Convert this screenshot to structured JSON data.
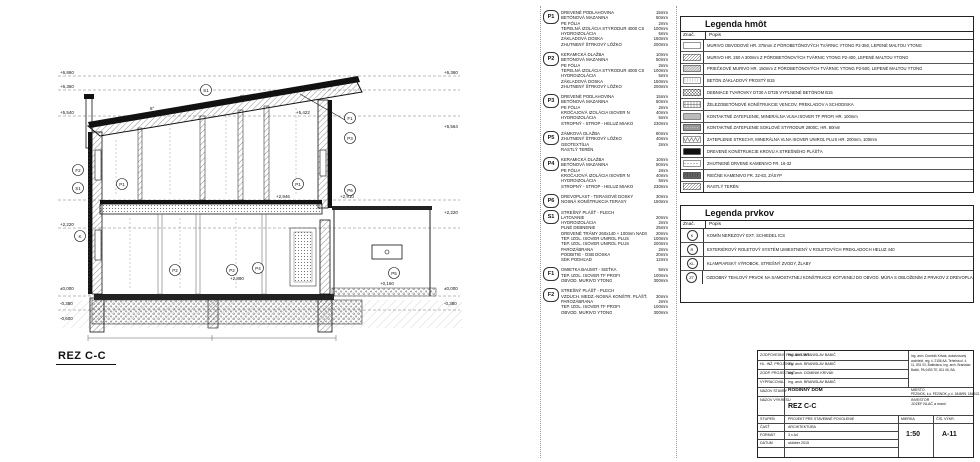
{
  "section_title": "REZ C-C",
  "levels": {
    "top": "+6,860",
    "upper": "+6,360",
    "roof_low": "+5,540",
    "attic_right": "+5,564",
    "attic_mid": "+5,422",
    "mid_ceiling": "+2,946",
    "mid_ceiling_b": "+2,910",
    "mid_ceiling_c": "+2,890",
    "first_floor": "+2,220",
    "ground": "±0,000",
    "base_left": "-0,380",
    "base_right": "-0,380",
    "below": "-0,600",
    "porch_level": "+0,160"
  },
  "markers": [
    "S1",
    "F1",
    "P1",
    "P1",
    "P2",
    "P2",
    "P3",
    "P4",
    "P5",
    "P6",
    "F2",
    "S1",
    "K"
  ],
  "slope": "8°",
  "layers": [
    {
      "tag": "P1",
      "rows": [
        [
          "DREVENÉ PODLAHOVINA",
          "15mm"
        ],
        [
          "BETÓNOVÁ MAZANINA",
          "50mm"
        ],
        [
          "PE FÓLIA",
          "2mm"
        ],
        [
          "TEPELNÁ IZOLÁCIA STYRODUR 4000 CS",
          "100mm"
        ],
        [
          "HYDROIZOLÁCIA",
          "5mm"
        ],
        [
          "ZÁKLADOVÁ DOSKA",
          "150mm"
        ],
        [
          "ZHUTNENÝ ŠTRKOVÝ LÔŽKO",
          "200mm"
        ]
      ]
    },
    {
      "tag": "P2",
      "rows": [
        [
          "KERAMICKÁ DLAŽBA",
          "10mm"
        ],
        [
          "BETÓNOVÁ MAZANINA",
          "50mm"
        ],
        [
          "PE FÓLIA",
          "2mm"
        ],
        [
          "TEPELNÁ IZOLÁCIA STYRODUR 4000 CS",
          "100mm"
        ],
        [
          "HYDROIZOLÁCIA",
          "5mm"
        ],
        [
          "ZÁKLADOVÁ DOSKA",
          "150mm"
        ],
        [
          "ZHUTNENÝ ŠTRKOVÝ LÔŽKO",
          "200mm"
        ]
      ]
    },
    {
      "tag": "P3",
      "rows": [
        [
          "DREVENÉ PODLAHOVINA",
          "15mm"
        ],
        [
          "BETÓNOVÁ MAZANINA",
          "50mm"
        ],
        [
          "PE FÓLIA",
          "2mm"
        ],
        [
          "KROČAJOVÁ IZOLÁCIA ISOVER N",
          "40mm"
        ],
        [
          "HYDROIZOLÁCIA",
          "5mm"
        ],
        [
          "STROPNÝ - STROP - HELUZ MIAKO",
          "230mm"
        ]
      ]
    },
    {
      "tag": "P5",
      "rows": [
        [
          "ZÁMKOVÁ DLAŽBA",
          "80mm"
        ],
        [
          "ZHUTNENÝ ŠTRKOVÝ LÔŽKO",
          "40mm"
        ],
        [
          "GEOTEXTÍLIA",
          "2mm"
        ],
        [
          "RASTLÝ TERÉN",
          ""
        ]
      ]
    },
    {
      "tag": "P4",
      "rows": [
        [
          "KERAMICKÁ DLAŽBA",
          "10mm"
        ],
        [
          "BETÓNOVÁ MAZANINA",
          "50mm"
        ],
        [
          "PE FÓLIA",
          "2mm"
        ],
        [
          "KROČAJOVÁ IZOLÁCIA ISOVER N",
          "40mm"
        ],
        [
          "HYDROIZOLÁCIA",
          "5mm"
        ],
        [
          "STROPNÝ - STROP - HELUZ MIAKO",
          "230mm"
        ]
      ]
    },
    {
      "tag": "P6",
      "rows": [
        [
          "DREVOPLAST - TERASOVÉ DOSKY",
          "30mm"
        ],
        [
          "NOSNÁ KONŠTRUKCIA TERASY",
          "150mm"
        ]
      ]
    },
    {
      "tag": "S1",
      "rows": [
        [
          "STREŠNÝ PLÁŠŤ - PLECH",
          ""
        ],
        [
          "LATOVANIE",
          "20mm"
        ],
        [
          "HYDROIZOLÁCIA",
          "2mm"
        ],
        [
          "PLNÉ DEBNENIE",
          "25mm"
        ],
        [
          "DREVENÉ TRÁMY 260x140 + 100mm NADSTR.",
          "20mm"
        ],
        [
          "TEP. IZOL. ISOVER UNIROL PLUS",
          "100mm"
        ],
        [
          "TEP. IZOL. ISOVER UNIROL PLUS",
          "200mm"
        ],
        [
          "PAROZÁBRANA",
          "2mm"
        ],
        [
          "PODBITIE - OSB DOSKA",
          "20mm"
        ],
        [
          "SDK PODHĽAD",
          "12mm"
        ]
      ]
    },
    {
      "tag": "F1",
      "rows": [
        [
          "OMIETKA BAUMIT - SIEŤKA",
          "5mm"
        ],
        [
          "TEP. IZOL. ISOVER TF PROFI",
          "100mm"
        ],
        [
          "OBVOD. MURIVO YTONG",
          "300mm"
        ]
      ]
    },
    {
      "tag": "F2",
      "rows": [
        [
          "STREŠNÝ PLÁŠŤ - PLECH",
          ""
        ],
        [
          "VZDUCH. MEDZ.-NOSNÁ KONŠTR. PLÁŠŤA",
          "30mm"
        ],
        [
          "PAROZÁBRANA",
          "2mm"
        ],
        [
          "TEP. IZOL. ISOVER TF PROFI",
          "100mm"
        ],
        [
          "OBVOD. MURIVO YTONG",
          "300mm"
        ]
      ]
    }
  ],
  "legend_hmot": {
    "title": "Legenda hmôt",
    "col_mark": "Znač.",
    "col_desc": "Popis",
    "rows": [
      {
        "pattern": "blank",
        "text": "MURIVO OBVODOVÉ HR. 375mm Z PÓROBETÓNOVÝCH TVÁRNIC YTONG P2-350, LEPENÉ MALTOU YTONG"
      },
      {
        "pattern": "hatch",
        "text": "MURIVO HR. 250 A 300mm Z PÓROBETÓNOVÝCH TVÁRNIC YTONG P2-400, LEPENÉ MALTOU YTONG"
      },
      {
        "pattern": "hatch-dense",
        "text": "PRIEČKOVÉ MURIVO HR. 150mm Z PÓROBETÓNOVÝCH TVÁRNIC YTONG P2-500, LEPENÉ MALTOU YTONG"
      },
      {
        "pattern": "dots",
        "text": "BETÓN ZÁKLADOVÝ PROSTÝ B15"
      },
      {
        "pattern": "cross",
        "text": "DEBNIACE TVAROVKY DT30 A DT25 VYPLNENÉ BETÓNOM B15"
      },
      {
        "pattern": "grid",
        "text": "ŽELEZOBETÓNOVÉ KONŠTRUKCIE VENCOV, PREKLADOV A SCHODISKA"
      },
      {
        "pattern": "solid",
        "text": "KONTAKTNÉ ZATEPLENIE, MINERÁLNA VLNA ISOVER TF PROFI HR. 100mm"
      },
      {
        "pattern": "solid-dots",
        "text": "KONTAKTNÉ ZATEPLENIE SOKLOVÉ STYRODUR 2800C, HR. 80mm"
      },
      {
        "pattern": "zigzag",
        "text": "ZATEPLENIE STRECHY, MINERÁLNA VLNA ISOVER UNIROL PLUS HR. 200mm, 100mm"
      },
      {
        "pattern": "solid-black",
        "text": "DREVENÉ KONŠTRUKCIE KROVU A STREŠNÉHO PLÁŠŤA"
      },
      {
        "pattern": "half",
        "text": "ZHUTNENÉ DRVENÉ KAMENIVO FR. 16-32"
      },
      {
        "pattern": "dark-dots",
        "text": "RIEČNE KAMENIVO FR. 32-63, ZÁSYP"
      },
      {
        "pattern": "diag",
        "text": "RASTLÝ TERÉN"
      }
    ]
  },
  "legend_prvkov": {
    "title": "Legenda prvkov",
    "col_mark": "Znač.",
    "col_desc": "Popis",
    "rows": [
      {
        "mark": "K",
        "text": "KOMÍN NEREZOVÝ EXT. SCHIEDEL ICS"
      },
      {
        "mark": "R",
        "text": "EXTERIÉROVÝ ROLETOVÝ SYSTÉM UMIESTNENÝ V ROLETOVÝCH PREKLADOCH HELUZ 440"
      },
      {
        "mark": "KL",
        "text": "KLAMPIARSKÝ VÝROBOK, STREŠNÝ ZVODY, ŽLABY"
      },
      {
        "mark": "ZT",
        "text": "OZDOBNÝ TEHLOVÝ PRVOK NA SAMOSTATNEJ KONŠTRUKCII KOTVENEJ DO OBVOD. MÚRA S OBLOŽENÍM Z PRVKOV Z DREVOPLASTU"
      }
    ]
  },
  "title_block": {
    "rows_left": [
      {
        "label": "ZODPOVEDNÝ PROJEKTANT",
        "value": "Ing. arch. BRANISLAV BABIČ"
      },
      {
        "label": "HL. INŽ. PROJEKTU",
        "value": "Ing. arch. BRANISLAV BABIČ"
      },
      {
        "label": "ZODP. PROJEKTANT",
        "value": "Ing. arch. DOMINIK KRIVÁK"
      },
      {
        "label": "VYPRACOVAL",
        "value": "Ing. arch. BRANISLAV BABIČ"
      }
    ],
    "office": "Ing. arch. Dominik Krivák, autorizovaný architekt, reg. č. 2156 AA, Tehelná ul. č. 11, 831 03, Bratislava, Ing. arch. Branislav Babič, PA 0453 TE, 811 06, BA",
    "project_label": "NÁZOV STAVBY",
    "project": "RODINNÝ DOM",
    "investor_label": "MIESTO",
    "investor": "PEZINOK, k.ú. PEZINOK, p.č. 1848/95, 1848/21",
    "owner_label": "INVESTOR",
    "owner": "JOZEF NLAČ a manž.",
    "drawing_label": "NÁZOV VÝKRESU",
    "drawing": "REZ C-C",
    "stage_label": "STUPEŇ",
    "stage": "PROJEKT PRE STAVEBNÉ POVOLENIE",
    "part_label": "ČASŤ",
    "part": "ARCHITEKTÚRA",
    "format_label": "FORMÁT",
    "format": "3 x A4",
    "date_label": "DÁTUM",
    "date": "október 2015",
    "scale_label": "MIERKA",
    "scale": "1:50",
    "number_label": "ČÍS. VÝKR.",
    "number": "A-11"
  }
}
